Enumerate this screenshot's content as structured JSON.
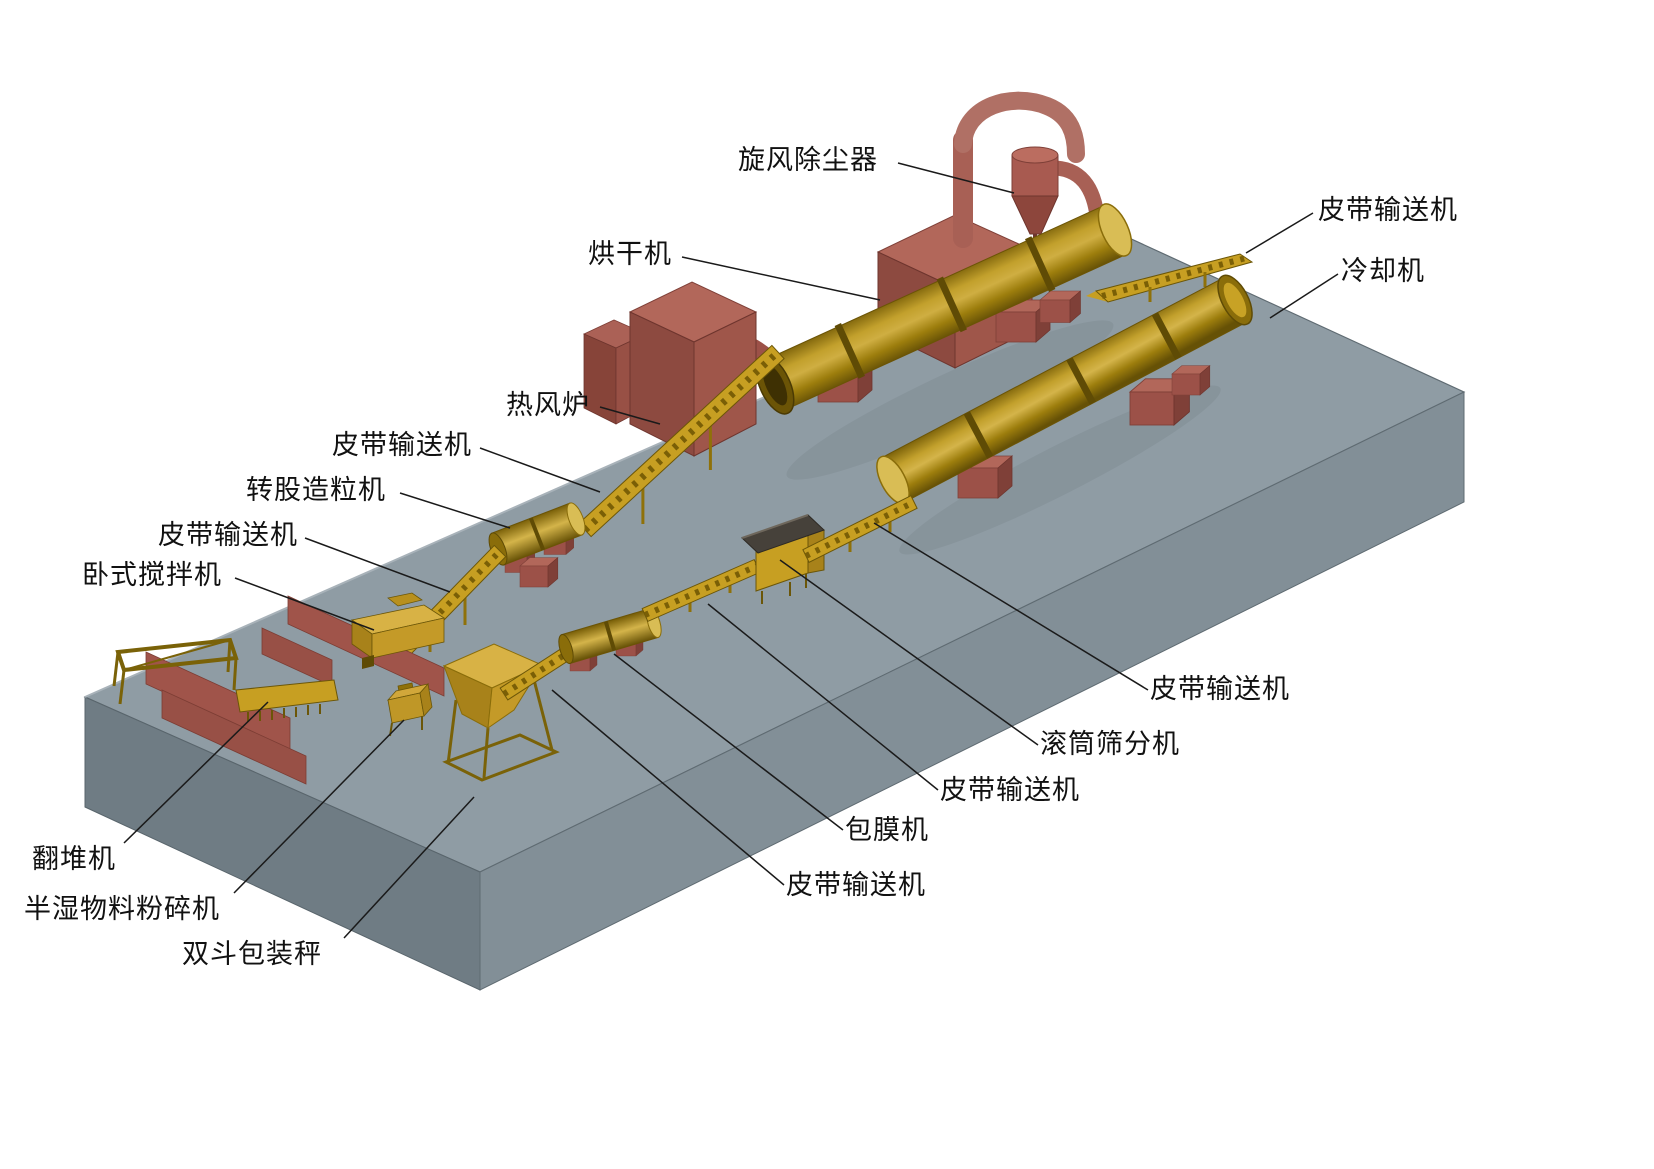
{
  "diagram": {
    "kind": "fertilizer-production-line-3d-layout",
    "background": "#ffffff",
    "colors": {
      "platform_top": "#8f9ca4",
      "platform_front_left": "#6f7c84",
      "platform_front_right": "#828f97",
      "machine_gold": "#c79f22",
      "machine_gold_dark": "#6b5608",
      "brick_red": "#9c5148",
      "brick_red_top": "#b2675a",
      "brick_red_side": "#7f4038",
      "label_text": "#111111",
      "leader_line": "#1a1a1a"
    }
  },
  "labels": [
    {
      "id": "cyclone-dust-collector",
      "text": "旋风除尘器"
    },
    {
      "id": "belt-conveyor-top-right",
      "text": "皮带输送机"
    },
    {
      "id": "cooling-machine",
      "text": "冷却机"
    },
    {
      "id": "dryer",
      "text": "烘干机"
    },
    {
      "id": "hot-air-furnace",
      "text": "热风炉"
    },
    {
      "id": "belt-conveyor-incline",
      "text": "皮带输送机"
    },
    {
      "id": "rotary-drum-granulator",
      "text": "转股造粒机"
    },
    {
      "id": "belt-conveyor-to-granulator",
      "text": "皮带输送机"
    },
    {
      "id": "horizontal-mixer",
      "text": "卧式搅拌机"
    },
    {
      "id": "compost-turner",
      "text": "翻堆机"
    },
    {
      "id": "semi-wet-material-crusher",
      "text": "半湿物料粉碎机"
    },
    {
      "id": "double-hopper-packing-scale",
      "text": "双斗包装秤"
    },
    {
      "id": "belt-conveyor-bottom",
      "text": "皮带输送机"
    },
    {
      "id": "coating-machine",
      "text": "包膜机"
    },
    {
      "id": "belt-conveyor-center",
      "text": "皮带输送机"
    },
    {
      "id": "drum-screening-machine",
      "text": "滚筒筛分机"
    },
    {
      "id": "belt-conveyor-to-cooler",
      "text": "皮带输送机"
    }
  ]
}
